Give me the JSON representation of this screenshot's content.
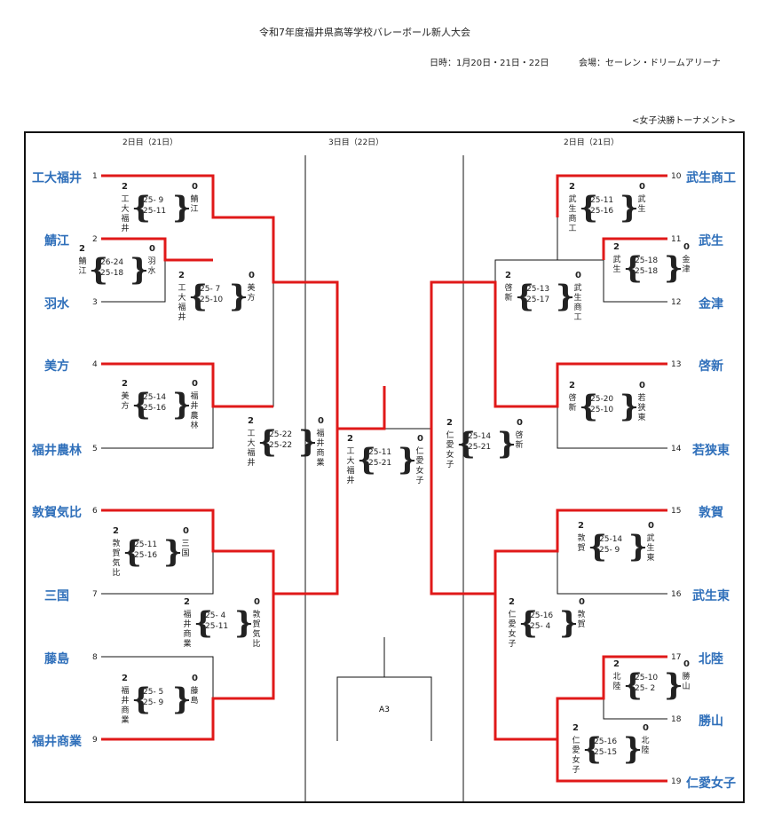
{
  "title": "令和7年度福井県高等学校バレーボール新人大会",
  "dates": "日時：1月20日・21日・22日",
  "venue": "会場：セーレン・ドリームアリーナ",
  "bracket_label": "<女子決勝トーナメント>",
  "day_labels": {
    "left": "2日目（21日）",
    "center": "3日目（22日）",
    "right": "2日目（21日）"
  },
  "court": "A3",
  "colors": {
    "win": "#e01919",
    "line": "#111111",
    "team": "#2f6fba"
  },
  "left_teams": [
    {
      "seed": "1",
      "name": "工大福井"
    },
    {
      "seed": "2",
      "name": "鯖江"
    },
    {
      "seed": "3",
      "name": "羽水"
    },
    {
      "seed": "4",
      "name": "美方"
    },
    {
      "seed": "5",
      "name": "福井農林"
    },
    {
      "seed": "6",
      "name": "敦賀気比"
    },
    {
      "seed": "7",
      "name": "三国"
    },
    {
      "seed": "8",
      "name": "藤島"
    },
    {
      "seed": "9",
      "name": "福井商業"
    }
  ],
  "right_teams": [
    {
      "seed": "10",
      "name": "武生商工"
    },
    {
      "seed": "11",
      "name": "武生"
    },
    {
      "seed": "12",
      "name": "金津"
    },
    {
      "seed": "13",
      "name": "啓新"
    },
    {
      "seed": "14",
      "name": "若狭東"
    },
    {
      "seed": "15",
      "name": "敦賀"
    },
    {
      "seed": "16",
      "name": "武生東"
    },
    {
      "seed": "17",
      "name": "北陸"
    },
    {
      "seed": "18",
      "name": "勝山"
    },
    {
      "seed": "19",
      "name": "仁愛女子"
    }
  ],
  "matches": [
    {
      "wn": "工大福井",
      "ws": "2",
      "ln": "鯖江",
      "ls": "0",
      "sets": "25- 9\n25-11"
    },
    {
      "wn": "鯖江",
      "ws": "2",
      "ln": "羽水",
      "ls": "0",
      "sets": "26-24\n25-18"
    },
    {
      "wn": "工大福井",
      "ws": "2",
      "ln": "美方",
      "ls": "0",
      "sets": "25- 7\n25-10"
    },
    {
      "wn": "美方",
      "ws": "2",
      "ln": "福井農林",
      "ls": "0",
      "sets": "25-14\n25-16"
    },
    {
      "wn": "工大福井",
      "ws": "2",
      "ln": "福井商業",
      "ls": "0",
      "sets": "25-22\n25-22"
    },
    {
      "wn": "敦賀気比",
      "ws": "2",
      "ln": "三国",
      "ls": "0",
      "sets": "25-11\n25-16"
    },
    {
      "wn": "福井商業",
      "ws": "2",
      "ln": "敦賀気比",
      "ls": "0",
      "sets": "25- 4\n25-11"
    },
    {
      "wn": "福井商業",
      "ws": "2",
      "ln": "藤島",
      "ls": "0",
      "sets": "25- 5\n25- 9"
    },
    {
      "wn": "工大福井",
      "ws": "2",
      "ln": "仁愛女子",
      "ls": "0",
      "sets": "25-11\n25-21"
    },
    {
      "wn": "仁愛女子",
      "ws": "2",
      "ln": "啓新",
      "ls": "0",
      "sets": "25-14\n25-21"
    },
    {
      "wn": "武生商工",
      "ws": "2",
      "ln": "武生",
      "ls": "0",
      "sets": "25-11\n25-16"
    },
    {
      "wn": "武生",
      "ws": "2",
      "ln": "金津",
      "ls": "0",
      "sets": "25-18\n25-18"
    },
    {
      "wn": "啓新",
      "ws": "2",
      "ln": "武生商工",
      "ls": "0",
      "sets": "25-13\n25-17"
    },
    {
      "wn": "啓新",
      "ws": "2",
      "ln": "若狭東",
      "ls": "0",
      "sets": "25-20\n25-10"
    },
    {
      "wn": "敦賀",
      "ws": "2",
      "ln": "武生東",
      "ls": "0",
      "sets": "25-14\n25- 9"
    },
    {
      "wn": "仁愛女子",
      "ws": "2",
      "ln": "敦賀",
      "ls": "0",
      "sets": "25-16\n25- 4"
    },
    {
      "wn": "北陸",
      "ws": "2",
      "ln": "勝山",
      "ls": "0",
      "sets": "25-10\n25- 2"
    },
    {
      "wn": "仁愛女子",
      "ws": "2",
      "ln": "北陸",
      "ls": "0",
      "sets": "25-16\n25-15"
    }
  ]
}
